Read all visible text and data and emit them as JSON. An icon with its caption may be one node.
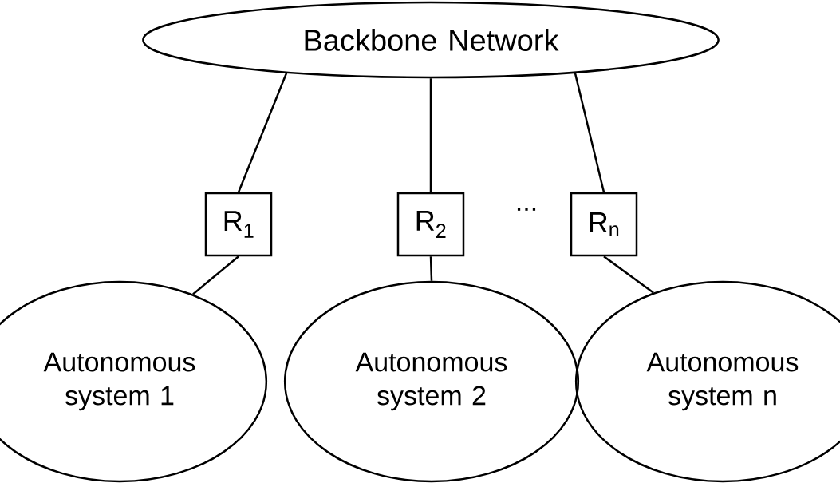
{
  "diagram": {
    "nodes": [
      {
        "text": [
          "Backbone Network"
        ]
      },
      {
        "text": [
          "R$_{1}$"
        ]
      },
      {
        "text": [
          "R$_{2}$"
        ]
      },
      {
        "text": [
          "R$_{n}$"
        ]
      },
      {
        "text": [
          "Autonomous system 1"
        ]
      },
      {
        "text": [
          "Autonomous system 2"
        ]
      },
      {
        "text": [
          "Autonomous system n"
        ]
      }
    ],
    "edges": [
      {
        "from": 0,
        "to": 1,
        "arrow": "none"
      },
      {
        "from": 0,
        "to": 2,
        "arrow": "none"
      },
      {
        "from": 0,
        "to": 3,
        "arrow": "none"
      },
      {
        "from": 1,
        "to": 4,
        "arrow": "none"
      },
      {
        "from": 2,
        "to": 5,
        "arrow": "none"
      },
      {
        "from": 3,
        "to": 6,
        "arrow": "none"
      }
    ],
    "labels": [
      "..."
    ]
  }
}
